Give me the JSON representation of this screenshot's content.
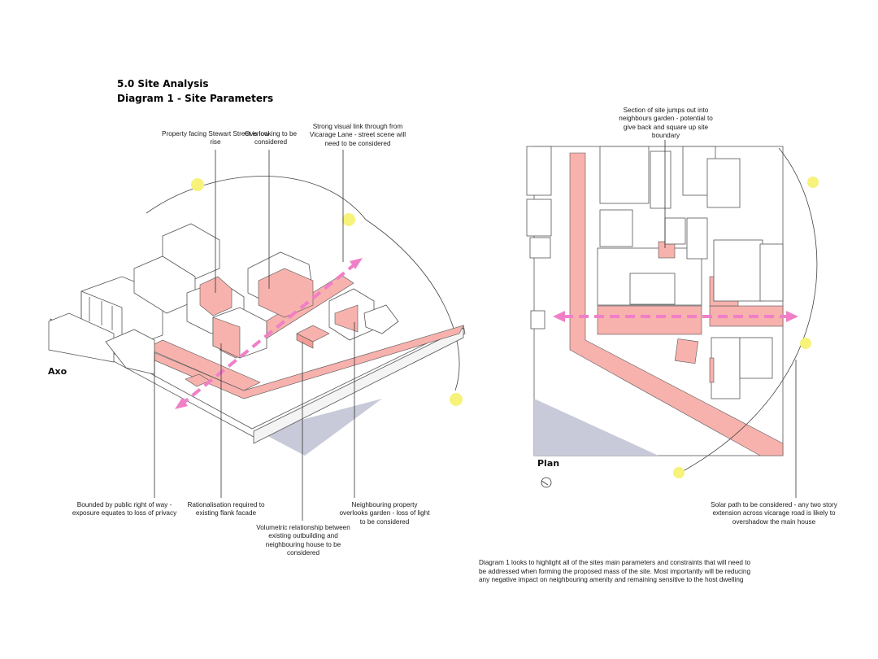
{
  "header": {
    "section_title": "5.0 Site Analysis",
    "diagram_title": "Diagram 1 - Site Parameters"
  },
  "axo": {
    "tag": "Axo",
    "annotations": [
      "Property facing Stewart Street is low rise",
      "Overlooking to be considered",
      "Strong visual link through from Vicarage Lane - street scene will need to be considered",
      "Bounded by public right of way - exposure equates to loss of privacy",
      "Rationalisation required to existing flank facade",
      "Volumetric relationship between existing outbuilding and neighbouring house to be considered",
      "Neighbouring property overlooks garden - loss of light to be considered"
    ]
  },
  "plan": {
    "tag": "Plan",
    "annotations": [
      "Section of site jumps out into neighbours garden - potential to give back and square up site boundary",
      "Solar path to be considered - any two story extension across vicarage road is likely to overshadow the main house"
    ]
  },
  "description": "Diagram 1 looks to highlight all of the sites main parameters and constraints that will need to be addressed when forming the proposed mass of the site. Most importantly will be reducing any negative impact on neighbouring amenity and remaining sensitive to the host dwelling",
  "colors": {
    "constraint_fill": "#f7b2ad",
    "view_arrow": "#f07fc8",
    "shadow": "#c9cad9",
    "sun": "#f7f27a",
    "linework": "#555555"
  }
}
